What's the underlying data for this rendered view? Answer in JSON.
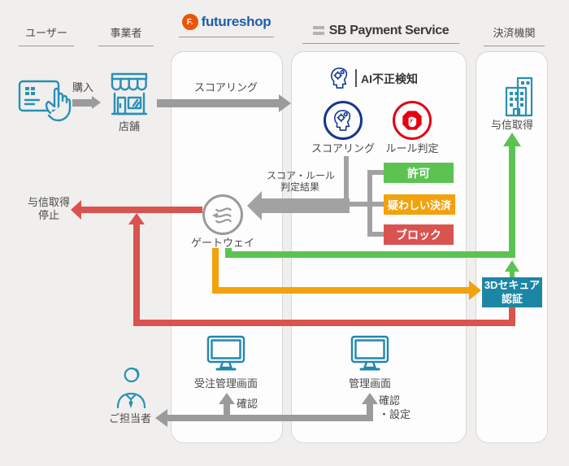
{
  "headers": {
    "user": {
      "label": "ユーザー"
    },
    "merchant": {
      "label": "事業者"
    },
    "futureshop": {
      "f": "F.",
      "name": "futureshop"
    },
    "sbps": {
      "name": "SB Payment Service"
    },
    "institution": {
      "label": "決済機関"
    }
  },
  "user_lane": {
    "purchase": "購入",
    "store": "店舗"
  },
  "futureshop_lane": {
    "scoring_arrow": "スコアリング",
    "gateway": "ゲートウェイ",
    "order_screen": "受注管理画面",
    "confirm": "確認"
  },
  "sbps_lane": {
    "ai_title": "AI不正検知",
    "scoring": "スコアリング",
    "rule": "ルール判定",
    "results": {
      "permit": "許可",
      "suspicious": "疑わしい決済",
      "block": "ブロック"
    },
    "result_label": {
      "line1": "スコア・ルール",
      "line2": "判定結果"
    },
    "admin_screen": "管理画面",
    "confirm_line1": "確認",
    "confirm_line2": "・設定"
  },
  "institution_lane": {
    "credit_get": "与信取得",
    "secure3d": {
      "line1": "3Dセキュア",
      "line2": "認証"
    }
  },
  "left_labels": {
    "credit_stop_line1": "与信取得",
    "credit_stop_line2": "停止",
    "staff": "ご担当者"
  },
  "colors": {
    "page_bg": "#f0efed",
    "panel_bg": "#fdfdfd",
    "gray_arrow": "#9b9b9b",
    "green": "#5cc353",
    "orange": "#f2a20d",
    "red": "#d9534f",
    "teal_box": "#1e86a5",
    "navy_ring": "#16368c",
    "bright_red_ring": "#e60012",
    "icon_blue": "#2a8fb5",
    "futureshop_orange": "#eb5505",
    "futureshop_blue": "#1f5dab"
  }
}
